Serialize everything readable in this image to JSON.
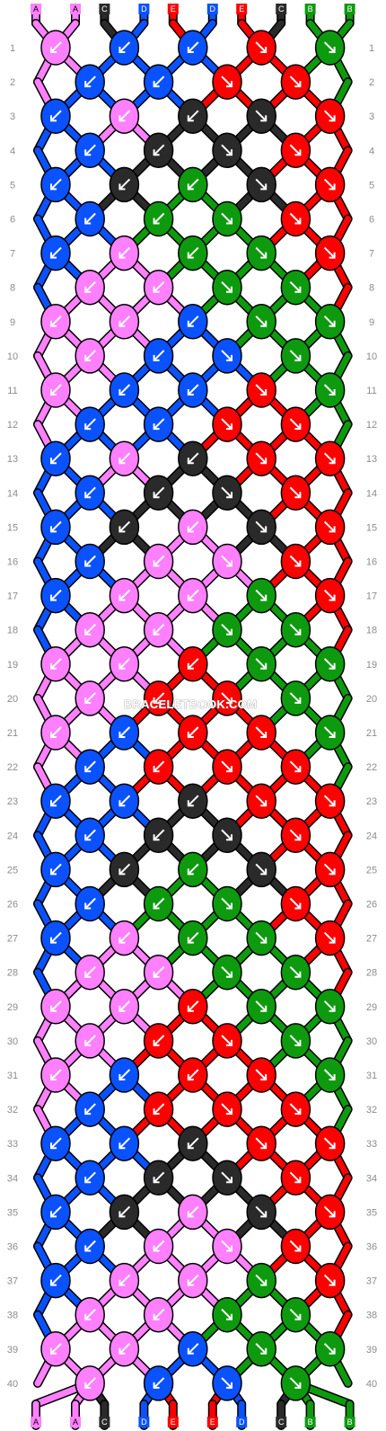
{
  "colors": {
    "A": "#ff80ff",
    "B": "#0e9a0e",
    "C": "#2a2a2a",
    "D": "#0a52ff",
    "E": "#ff0000"
  },
  "top_strands": [
    "A",
    "A",
    "C",
    "D",
    "E",
    "D",
    "E",
    "C",
    "B",
    "B"
  ],
  "bottom_strands": [
    "A",
    "A",
    "C",
    "D",
    "E",
    "E",
    "D",
    "C",
    "B",
    "B"
  ],
  "row_count": 40,
  "watermark": "BRACELETBOOK.COM",
  "pattern": {
    "odd": [
      [
        "A",
        "D",
        "D",
        "E",
        "B"
      ],
      [
        "D",
        "A",
        "C",
        "C",
        "E"
      ],
      [
        "D",
        "C",
        "B",
        "C",
        "E"
      ],
      [
        "D",
        "A",
        "B",
        "B",
        "E"
      ],
      [
        "A",
        "A",
        "D",
        "B",
        "B"
      ],
      [
        "A",
        "D",
        "D",
        "E",
        "B"
      ],
      [
        "D",
        "A",
        "C",
        "E",
        "E"
      ],
      [
        "D",
        "C",
        "A",
        "C",
        "E"
      ],
      [
        "D",
        "A",
        "A",
        "B",
        "E"
      ],
      [
        "A",
        "A",
        "E",
        "B",
        "B"
      ],
      [
        "A",
        "D",
        "E",
        "E",
        "B"
      ],
      [
        "D",
        "D",
        "C",
        "E",
        "E"
      ],
      [
        "D",
        "C",
        "B",
        "C",
        "E"
      ],
      [
        "D",
        "A",
        "B",
        "B",
        "E"
      ],
      [
        "A",
        "A",
        "E",
        "B",
        "B"
      ],
      [
        "A",
        "D",
        "E",
        "E",
        "B"
      ],
      [
        "D",
        "D",
        "C",
        "E",
        "E"
      ],
      [
        "D",
        "C",
        "A",
        "C",
        "E"
      ],
      [
        "D",
        "A",
        "A",
        "B",
        "E"
      ],
      [
        "A",
        "A",
        "D",
        "B",
        "B"
      ]
    ],
    "even": [
      [
        "D",
        "D",
        "E",
        "E"
      ],
      [
        "D",
        "C",
        "C",
        "E"
      ],
      [
        "D",
        "B",
        "B",
        "E"
      ],
      [
        "A",
        "A",
        "B",
        "B"
      ],
      [
        "A",
        "D",
        "D",
        "B"
      ],
      [
        "D",
        "D",
        "E",
        "E"
      ],
      [
        "D",
        "C",
        "C",
        "E"
      ],
      [
        "D",
        "A",
        "A",
        "E"
      ],
      [
        "A",
        "A",
        "B",
        "B"
      ],
      [
        "A",
        "E",
        "E",
        "B"
      ],
      [
        "D",
        "E",
        "E",
        "E"
      ],
      [
        "D",
        "C",
        "C",
        "E"
      ],
      [
        "D",
        "B",
        "B",
        "E"
      ],
      [
        "A",
        "A",
        "B",
        "B"
      ],
      [
        "A",
        "E",
        "E",
        "B"
      ],
      [
        "D",
        "E",
        "E",
        "E"
      ],
      [
        "D",
        "C",
        "C",
        "E"
      ],
      [
        "D",
        "A",
        "A",
        "E"
      ],
      [
        "A",
        "A",
        "B",
        "B"
      ],
      [
        "A",
        "D",
        "D",
        "B"
      ]
    ]
  }
}
